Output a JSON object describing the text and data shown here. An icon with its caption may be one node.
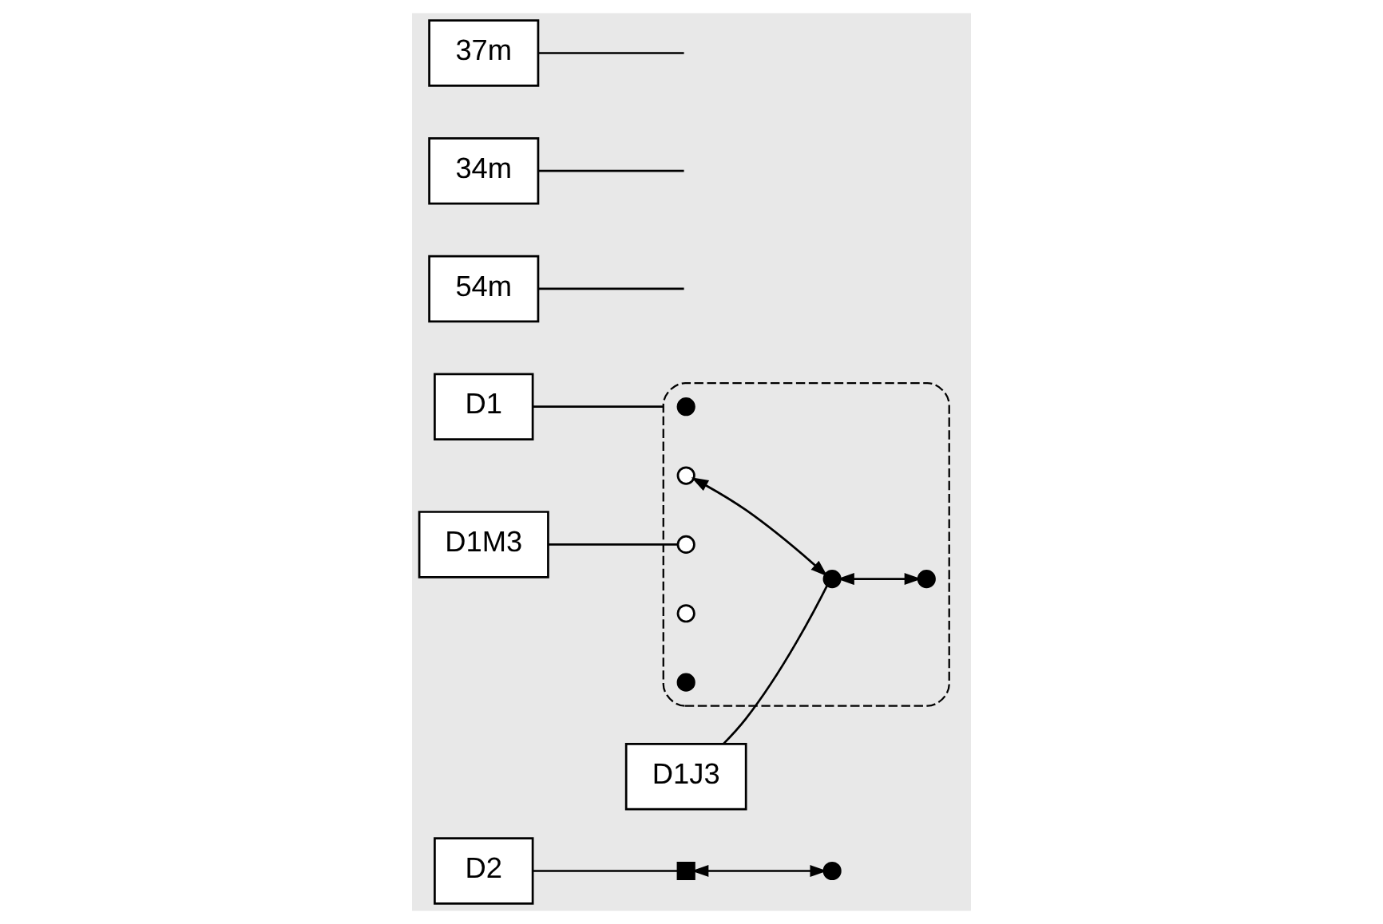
{
  "diagram": {
    "nodes": [
      {
        "text": [
          "D2"
        ]
      },
      {
        "text": [
          "D1"
        ]
      },
      {
        "text": [
          "D1J3"
        ]
      },
      {
        "text": [
          "54m"
        ]
      },
      {
        "text": [],
        "shape": "ellipse"
      },
      {
        "text": [],
        "shape": "circle",
        "in": 4
      },
      {
        "text": [],
        "shape": "box"
      },
      {
        "text": [],
        "shape": "circle",
        "in": 4
      },
      {
        "text": [],
        "shape": "circle"
      },
      {
        "text": [],
        "shape": "circle",
        "in": 4
      },
      {
        "text": [],
        "shape": "circle",
        "in": 4
      },
      {
        "text": [],
        "shape": "circle",
        "in": 4
      },
      {
        "text": [
          "34m"
        ]
      },
      {
        "text": [],
        "shape": "circle",
        "in": 4
      },
      {
        "text": [
          "37m"
        ]
      },
      {
        "text": [],
        "shape": "circle",
        "in": 4
      },
      {
        "text": [
          "D1M3"
        ]
      }
    ],
    "edges": [
      {
        "from": 6,
        "to": 8,
        "arrow": "both"
      },
      {
        "from": 9,
        "to": 11,
        "arrow": "both"
      },
      {
        "from": 11,
        "to": 7,
        "arrow": "both"
      },
      {
        "from": 0,
        "to": 6,
        "arrow": "none"
      },
      {
        "from": 1,
        "to": 4,
        "arrow": "none"
      },
      {
        "from": 2,
        "to": 11,
        "arrow": "none"
      },
      {
        "from": 16,
        "to": 10,
        "arrow": "none"
      },
      {
        "from": 3,
        "to": null,
        "arrow": "none"
      },
      {
        "from": 12,
        "to": null,
        "arrow": "none"
      },
      {
        "from": 14,
        "to": null,
        "arrow": "none"
      }
    ]
  }
}
